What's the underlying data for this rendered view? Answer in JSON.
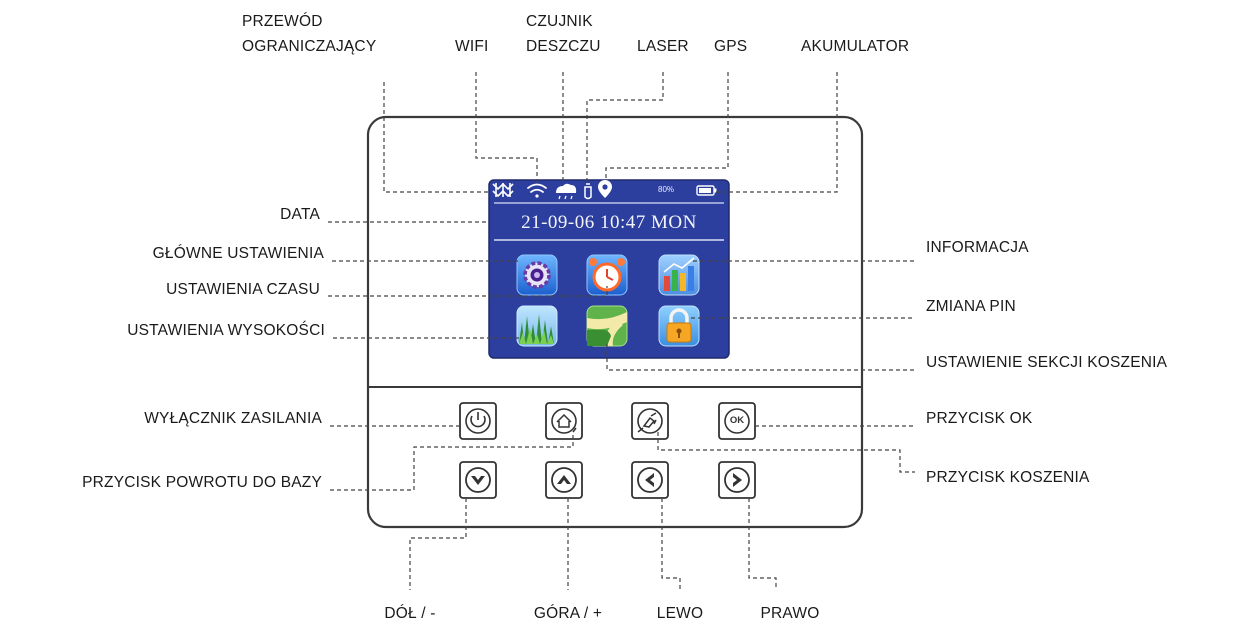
{
  "labels": {
    "boundary_wire_1": "PRZEWÓD",
    "boundary_wire_2": "OGRANICZAJĄCY",
    "wifi": "WIFI",
    "rain_sensor_1": "CZUJNIK",
    "rain_sensor_2": "DESZCZU",
    "laser": "LASER",
    "gps": "GPS",
    "battery": "AKUMULATOR",
    "date": "DATA",
    "main_settings": "GŁÓWNE USTAWIENIA",
    "time_settings": "USTAWIENIA CZASU",
    "height_settings": "USTAWIENIA WYSOKOŚCI",
    "information": "INFORMACJA",
    "pin_change": "ZMIANA PIN",
    "mowing_section": "USTAWIENIE SEKCJI KOSZENIA",
    "power_switch": "WYŁĄCZNIK ZASILANIA",
    "return_home": "PRZYCISK POWROTU DO BAZY",
    "ok_button": "PRZYCISK OK",
    "mow_button": "PRZYCISK KOSZENIA",
    "down": "DÓŁ / -",
    "up": "GÓRA / +",
    "left": "LEWO",
    "right": "PRAWO"
  },
  "screen": {
    "datetime": "21-09-06 10:47  MON",
    "battery_percent": "80%",
    "ok_glyph": "OK"
  },
  "colors": {
    "screen_bg": "#2d3f9e",
    "outline": "#3a3a3a",
    "leader": "#444444"
  }
}
